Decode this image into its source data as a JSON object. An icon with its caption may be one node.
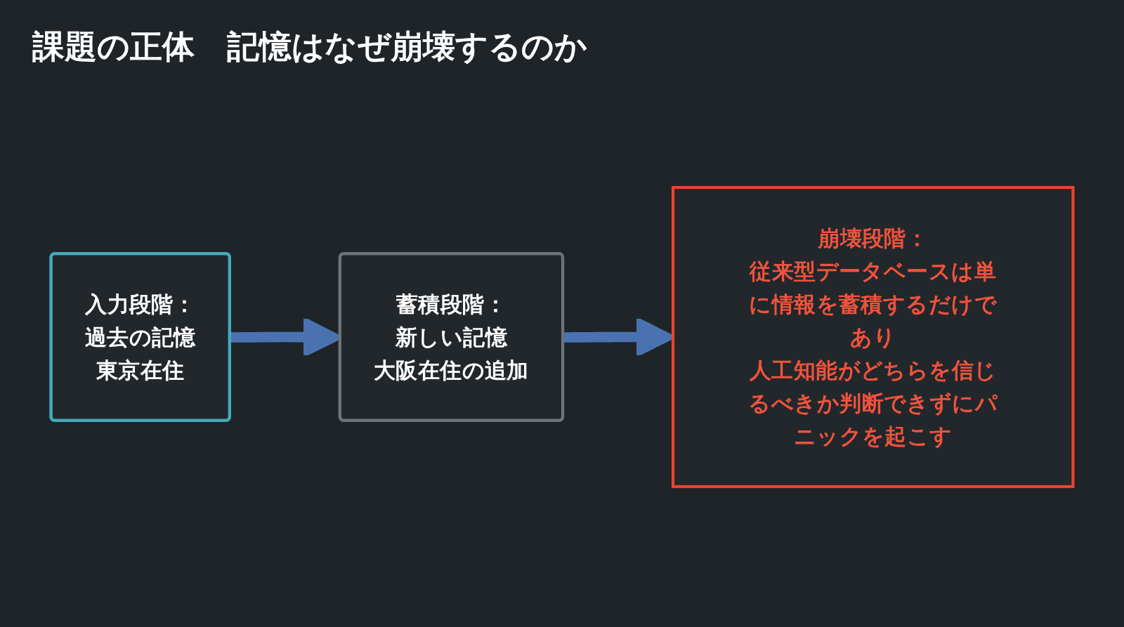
{
  "diagram": {
    "title": "課題の正体　記憶はなぜ崩壊するのか",
    "nodes": [
      {
        "text": [
          "入力段階：",
          "過去の記憶",
          "東京在住"
        ]
      },
      {
        "text": [
          "蓄積段階：",
          "新しい記憶",
          "大阪在住の追加"
        ]
      },
      {
        "text": [
          "崩壊段階：",
          "従来型データベースは単に情報を蓄積するだけであり",
          "人工知能がどちらを信じるべきか判断できずにパニックを起こす"
        ]
      }
    ],
    "edges": [
      {
        "from": 0,
        "to": 1,
        "arrow": "to"
      },
      {
        "from": 1,
        "to": 2,
        "arrow": "to"
      }
    ]
  }
}
